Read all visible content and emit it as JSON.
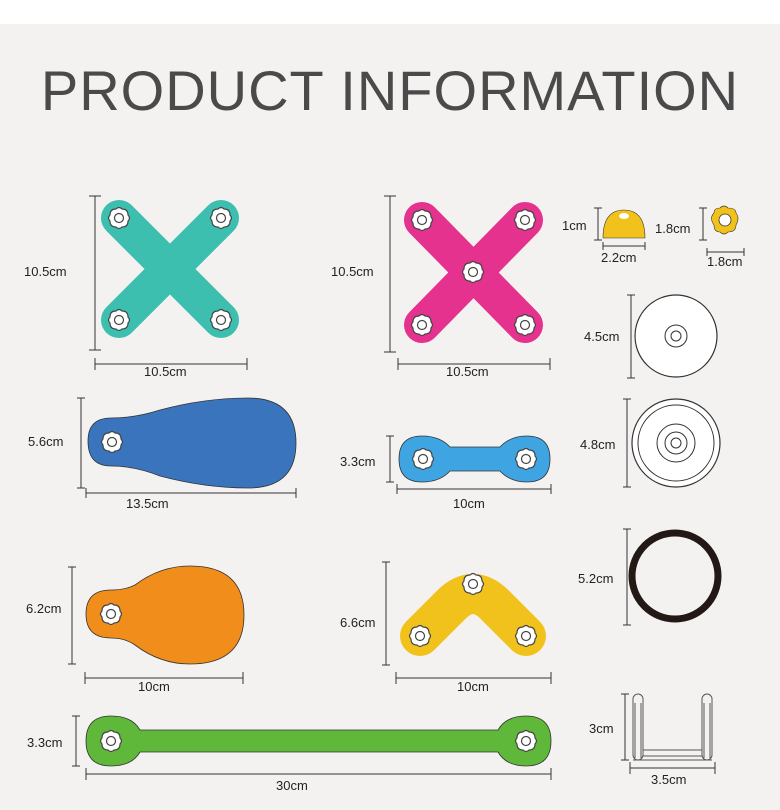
{
  "title": "PRODUCT INFORMATION",
  "colors": {
    "background": "#f4f2f1",
    "teal": "#3dbfb0",
    "pink": "#e5328e",
    "blue": "#3a74bd",
    "lightblue": "#3ea5e2",
    "orange": "#f18d1a",
    "yellow": "#f1c21b",
    "green": "#5fb83a",
    "black_ring": "#231815"
  },
  "pieces": [
    {
      "name": "teal-x-connector",
      "height": "10.5cm",
      "width": "10.5cm"
    },
    {
      "name": "pink-x-connector",
      "height": "10.5cm",
      "width": "10.5cm"
    },
    {
      "name": "yellow-dome-cap",
      "height": "1cm",
      "width": "2.2cm"
    },
    {
      "name": "yellow-flower-nut",
      "height": "1.8cm",
      "width": "1.8cm"
    },
    {
      "name": "small-wheel",
      "diameter": "4.5cm"
    },
    {
      "name": "blue-paddle",
      "height": "5.6cm",
      "width": "13.5cm"
    },
    {
      "name": "lightblue-bar",
      "height": "3.3cm",
      "width": "10cm"
    },
    {
      "name": "large-wheel",
      "diameter": "4.8cm"
    },
    {
      "name": "black-ring",
      "diameter": "5.2cm"
    },
    {
      "name": "orange-paddle",
      "height": "6.2cm",
      "width": "10cm"
    },
    {
      "name": "yellow-arch",
      "height": "6.6cm",
      "width": "10cm"
    },
    {
      "name": "green-long-bar",
      "height": "3.3cm",
      "width": "30cm"
    },
    {
      "name": "u-bracket",
      "height": "3cm",
      "width": "3.5cm"
    }
  ]
}
